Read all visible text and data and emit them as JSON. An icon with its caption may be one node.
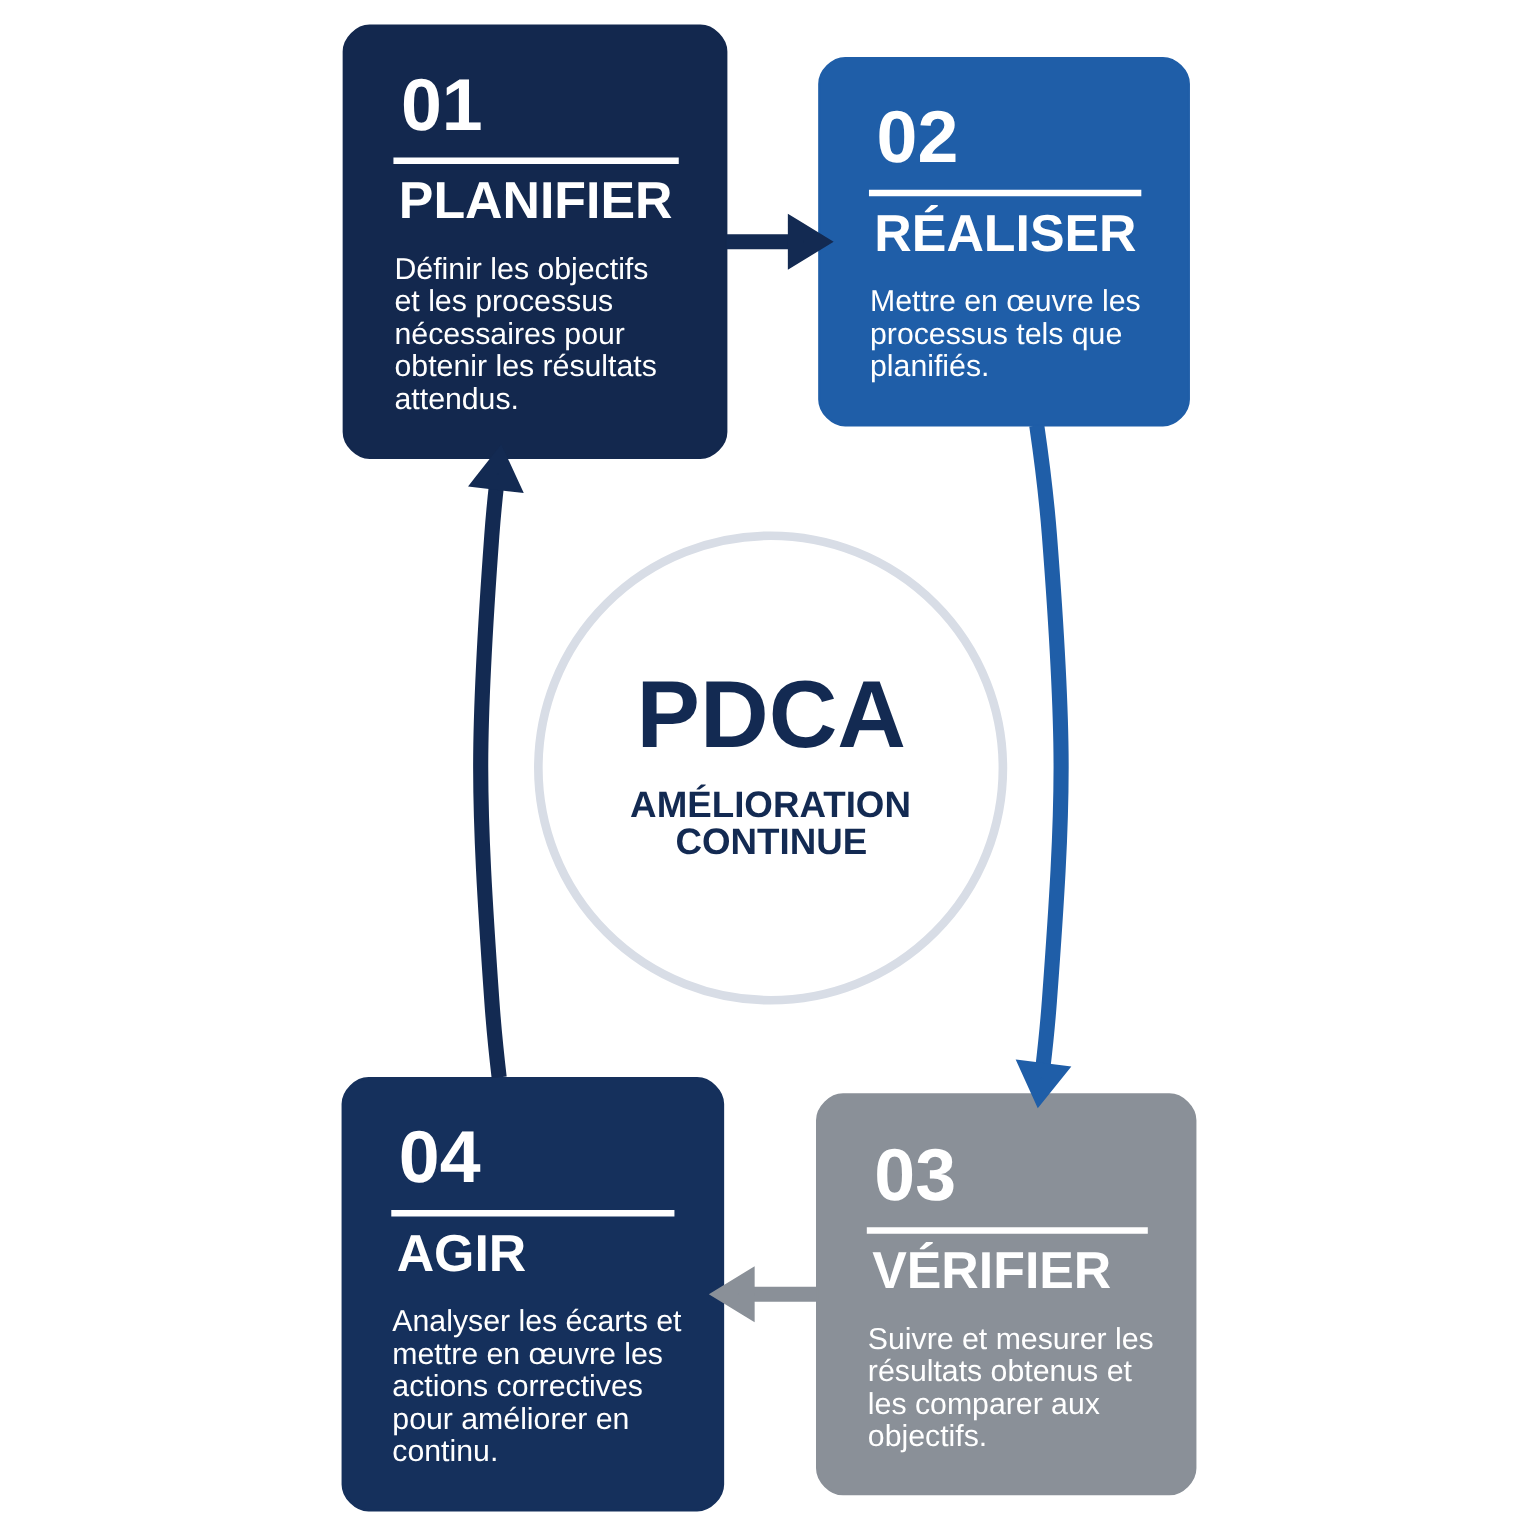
{
  "diagram": {
    "nodes": [
      {
        "text": [
          "01",
          "PLANIFIER",
          "Définir les objectifs et les processus nécessaires pour obtenir les résultats attendus."
        ]
      },
      {
        "text": [
          "02",
          "RÉALISER",
          "Mettre en œuvre les processus tels que planifiés."
        ]
      },
      {
        "text": [
          "03",
          "VÉRIFIER",
          "Suivre et mesurer les résultats obtenus et les comparer aux objectifs."
        ]
      },
      {
        "text": [
          "04",
          "AGIR",
          "Analyser les écarts et mettre en œuvre les actions correctives pour améliorer en continu."
        ]
      },
      {
        "text": [
          "PDCA",
          "AMÉLIORATION CONTINUE"
        ]
      }
    ],
    "edges": [
      {
        "from": 0,
        "to": 1,
        "arrow": "to"
      },
      {
        "from": 1,
        "to": 2,
        "arrow": "to",
        "color": "#1f5ea8"
      },
      {
        "from": 2,
        "to": 3,
        "arrow": "to",
        "color": "#8a9098"
      },
      {
        "from": 3,
        "to": 0,
        "arrow": "to"
      }
    ]
  }
}
